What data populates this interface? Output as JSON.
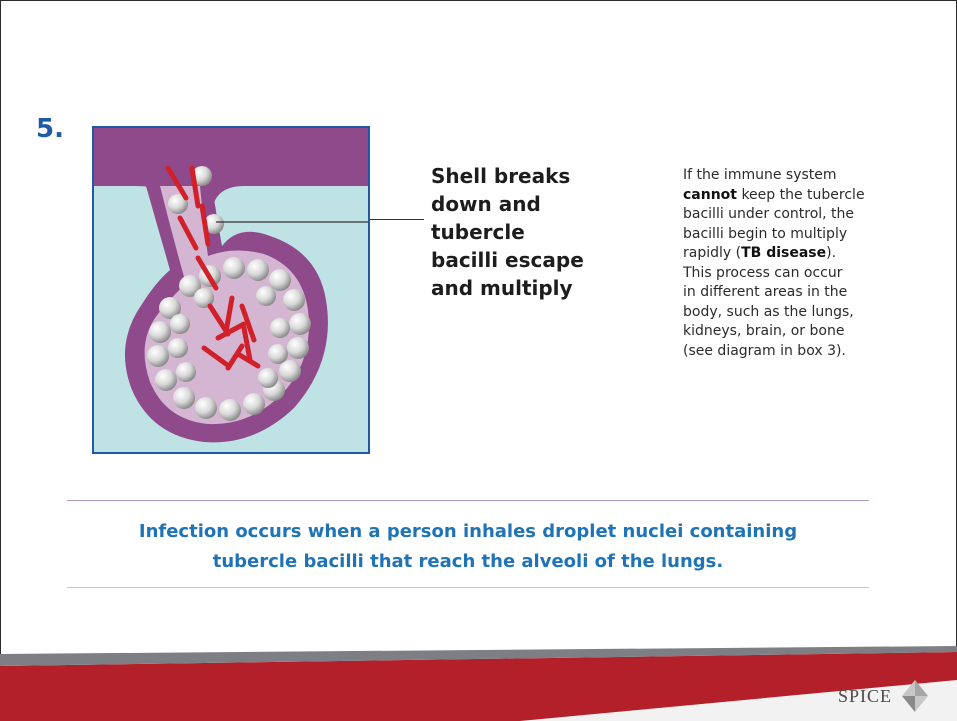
{
  "step": {
    "number": "5."
  },
  "caption": {
    "lines": [
      "Shell breaks",
      "down and",
      "tubercle",
      "bacilli escape",
      "and multiply"
    ]
  },
  "description": {
    "line1": "If the immune system",
    "line2_bold": "cannot",
    "line2_rest": " keep the tubercle",
    "line3": "bacilli under control, the",
    "line4": "bacilli begin to multiply",
    "line5_pre": "rapidly (",
    "line5_bold": "TB disease",
    "line5_post": ").",
    "line6": "This process can occur",
    "line7": "in different areas in the",
    "line8": "body, such as the lungs,",
    "line9": "kidneys, brain, or bone",
    "line10": "(see diagram in box 3)."
  },
  "summary": {
    "line1": "Infection occurs when a person inhales droplet nuclei containing",
    "line2": "tubercle bacilli that reach the alveoli of the lungs."
  },
  "logo": {
    "text": "SPICE"
  },
  "colors": {
    "step_number": "#1f5aa6",
    "summary_text": "#1f73b7",
    "tissue": "#8e4a8a",
    "background_fluid": "#bfe3e4",
    "bacilli": "#d0202a",
    "footer_red": "#b3202a",
    "footer_grey": "#7d7f85"
  }
}
